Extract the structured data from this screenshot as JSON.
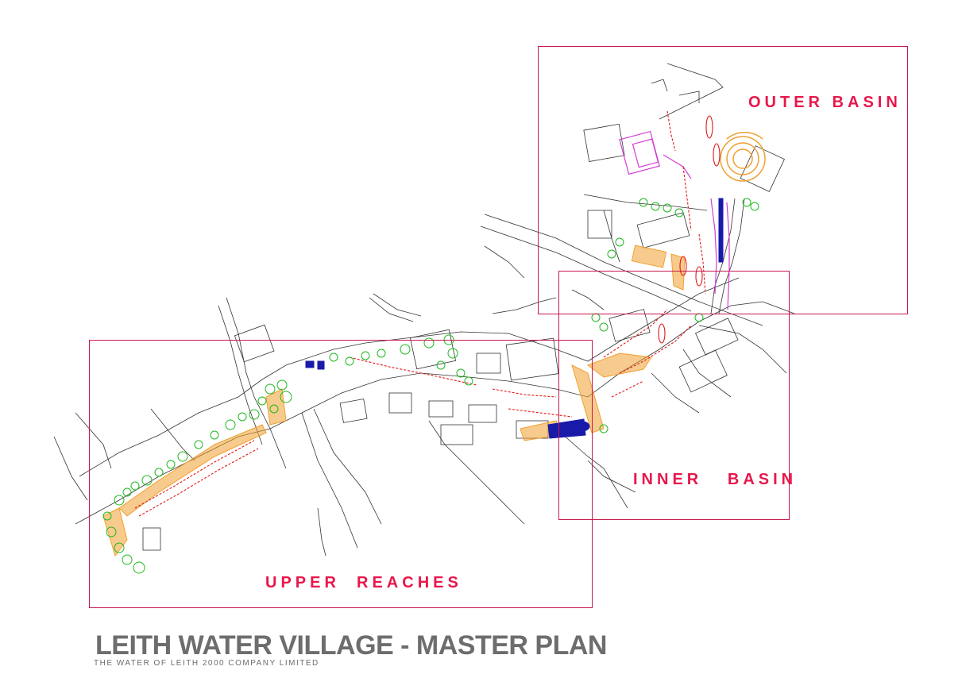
{
  "title": "LEITH WATER VILLAGE - MASTER PLAN",
  "subtitle": "THE WATER OF LEITH 2000 COMPANY LIMITED",
  "zones": {
    "outer_basin": "OUTER BASIN",
    "inner_basin": "INNER   BASIN",
    "upper_reaches": "UPPER  REACHES"
  },
  "colors": {
    "zone_frame": "#c8174b",
    "zone_label": "#e8174b",
    "title": "#6d6d6d",
    "base_lines": "#333333",
    "parking": "#e01818",
    "trees": "#1fb81f",
    "paving": "#f0a030",
    "residential": "#d33ed3",
    "water_feature": "#1a1aa8"
  }
}
